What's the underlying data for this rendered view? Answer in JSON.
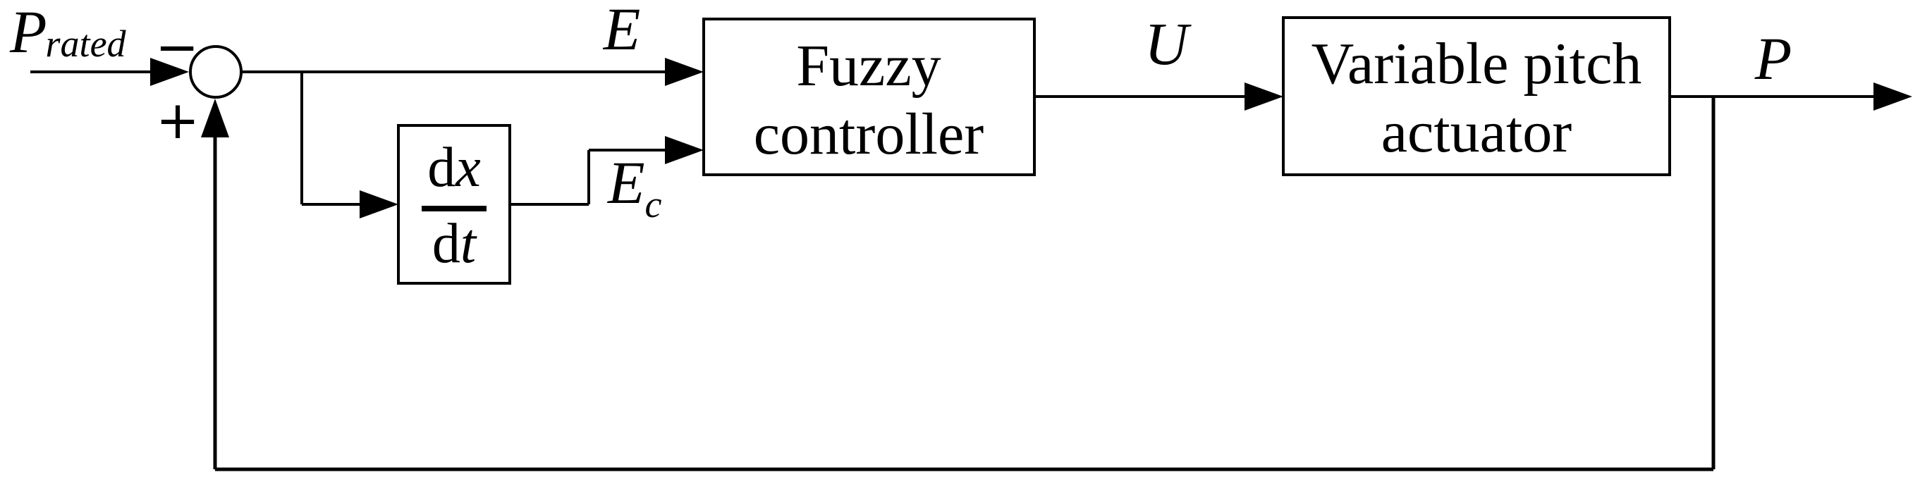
{
  "colors": {
    "ink": "#000000",
    "paper": "#ffffff"
  },
  "labels": {
    "p_rated_main": "P",
    "p_rated_sub": "rated",
    "minus": "−",
    "plus": "+",
    "e": "E",
    "ec_main": "E",
    "ec_sub": "c",
    "u": "U",
    "p_out": "P",
    "dx_d": "d",
    "dx_var": "x",
    "dt_d": "d",
    "dt_var": "t",
    "fuzzy_line1": "Fuzzy",
    "fuzzy_line2": "controller",
    "actuator_line1": "Variable pitch",
    "actuator_line2": "actuator"
  }
}
